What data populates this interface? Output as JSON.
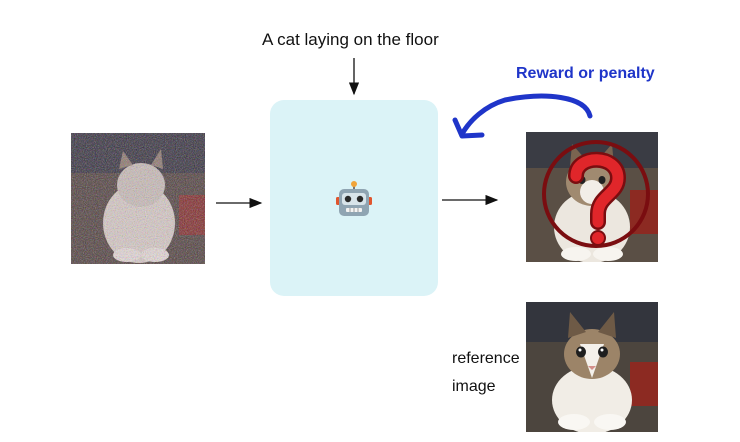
{
  "prompt_text": "A cat laying on the floor",
  "feedback_label": "Reward or penalty",
  "reference_label_line1": "reference",
  "reference_label_line2": "image",
  "model_icon": "robot-icon",
  "colors": {
    "model_box": "#dbf3f7",
    "feedback_arrow": "#1f35c9",
    "question_mark": "#e0262a",
    "circle_ring": "#7a0d10"
  }
}
